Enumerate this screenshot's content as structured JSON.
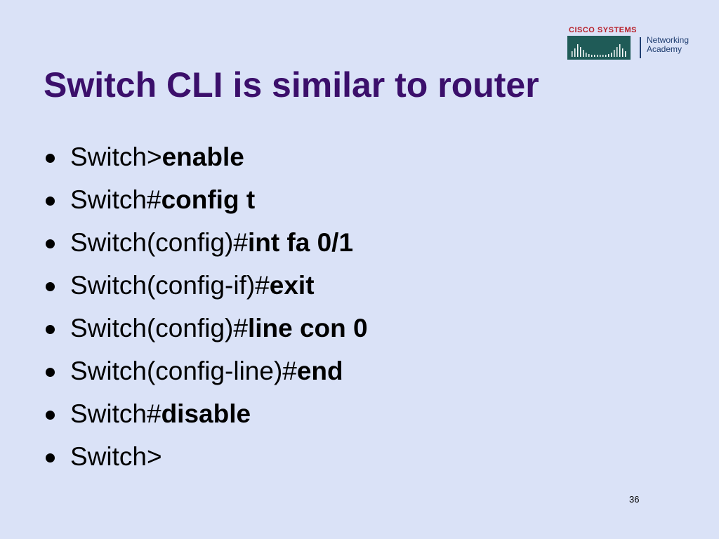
{
  "slide": {
    "title": "Switch CLI is similar to router",
    "page_number": "36",
    "logo": {
      "brand": "CISCO SYSTEMS",
      "product_line1": "Networking",
      "product_line2": "Academy"
    },
    "bullets": [
      {
        "prompt": "Switch>",
        "command": "enable"
      },
      {
        "prompt": "Switch#",
        "command": "config t"
      },
      {
        "prompt": "Switch(config)#",
        "command": "int fa 0/1"
      },
      {
        "prompt": "Switch(config-if)#",
        "command": "exit"
      },
      {
        "prompt": "Switch(config)#",
        "command": "line con 0"
      },
      {
        "prompt": "Switch(config-line)#",
        "command": "end"
      },
      {
        "prompt": "Switch#",
        "command": "disable"
      },
      {
        "prompt": "Switch>",
        "command": ""
      }
    ]
  }
}
